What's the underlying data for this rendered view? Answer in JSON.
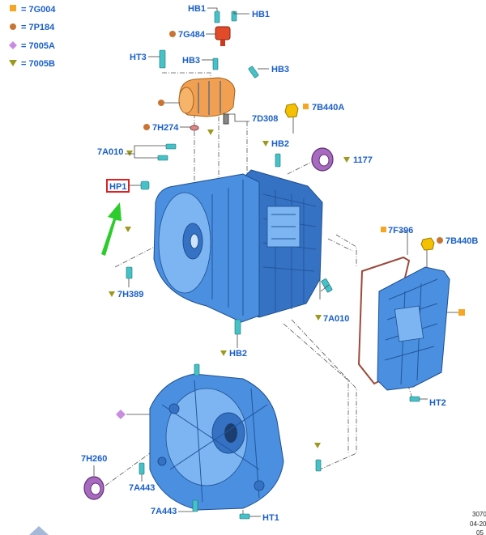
{
  "legend": [
    {
      "shape": "square",
      "color": "#f5a623",
      "text": "= 7G004"
    },
    {
      "shape": "circle",
      "color": "#c87533",
      "text": "= 7P184"
    },
    {
      "shape": "diamond",
      "color": "#c98be0",
      "text": "= 7005A"
    },
    {
      "shape": "triangle",
      "color": "#9c9a1d",
      "text": "= 7005B"
    }
  ],
  "callouts": {
    "hb1_left": "HB1",
    "hb1_right": "HB1",
    "c7g484": "7G484",
    "ht3": "HT3",
    "hb3_left": "HB3",
    "hb3_right": "HB3",
    "c7b440a": "7B440A",
    "c7h274": "7H274",
    "c7d308": "7D308",
    "c7a010_top": "7A010",
    "hb2_top": "HB2",
    "c1177": "1177",
    "hp1": "HP1",
    "c7f396": "7F396",
    "c7b440b": "7B440B",
    "c7h389": "7H389",
    "c7a010_mid": "7A010",
    "hb2_mid": "HB2",
    "ht2": "HT2",
    "c7h260": "7H260",
    "c7a443_a": "7A443",
    "c7a443_b": "7A443",
    "ht1": "HT1"
  },
  "ref_code": [
    "3070",
    "04-20",
    "05"
  ],
  "colors": {
    "callout_text": "#1a5fc8",
    "case_blue": "#4a8fe0",
    "highlight_box": "#e02020",
    "arrow_green": "#2bcc2b",
    "actuator_orange": "#f0a050"
  }
}
